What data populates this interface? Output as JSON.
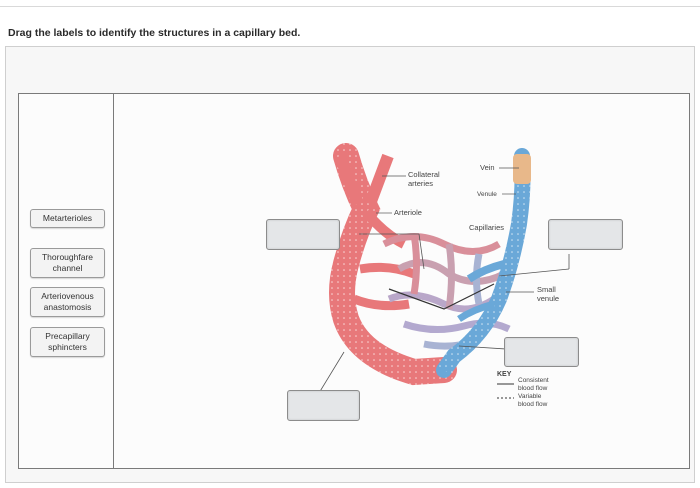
{
  "instruction": "Drag the labels to identify the structures in a capillary bed.",
  "labels": [
    {
      "text": "Metarterioles"
    },
    {
      "text": "Thoroughfare channel"
    },
    {
      "text": "Arteriovenous anastomosis"
    },
    {
      "text": "Precapillary sphincters"
    }
  ],
  "diagram": {
    "vein": "Vein",
    "collateral_arteries": "Collateral arteries",
    "venule": "Venule",
    "arteriole": "Arteriole",
    "capillaries": "Capillaries",
    "small_venule": "Small venule",
    "key": {
      "title": "KEY",
      "consistent": "Consistent blood flow",
      "variable": "Variable blood flow"
    }
  },
  "colors": {
    "artery": "#e8787a",
    "vein": "#6aa8d8",
    "capillary_mix": "#b9a7c9"
  }
}
